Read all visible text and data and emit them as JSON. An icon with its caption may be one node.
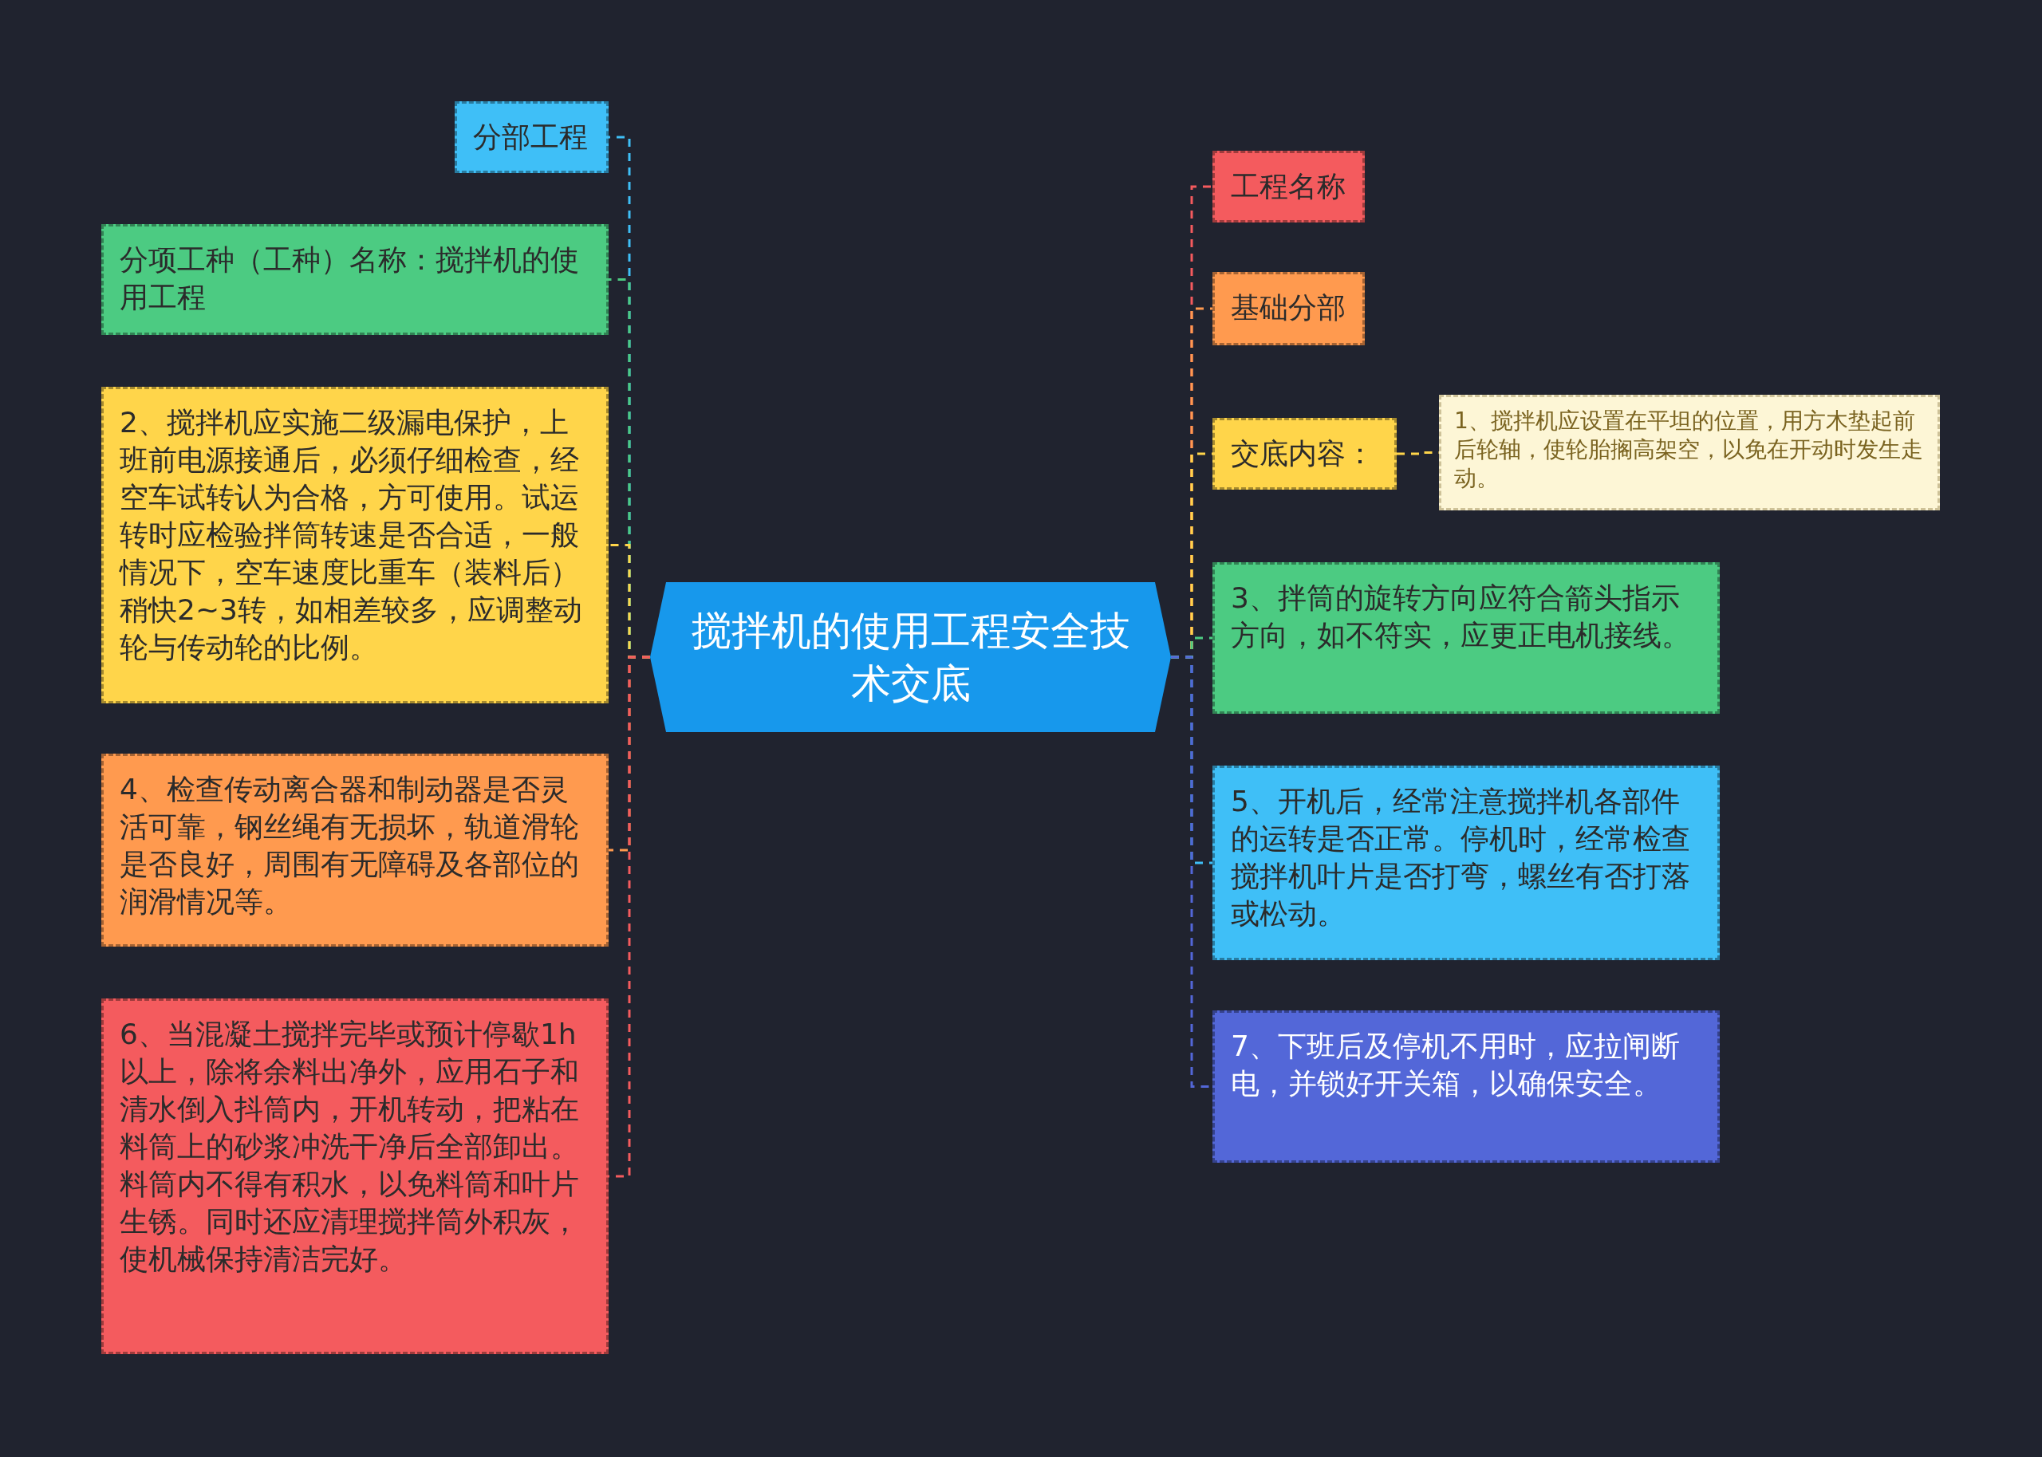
{
  "diagram": {
    "nodes": [
      {
        "text": [
          "搅拌机的使用工程安全技术交底"
        ]
      },
      {
        "text": [
          "分部工程"
        ]
      },
      {
        "text": [
          "分项工种（工种）名称：搅拌机的使用工程"
        ]
      },
      {
        "text": [
          "2、搅拌机应实施二级漏电保护，上班前电源接通后，必须仔细检查，经空车试转认为合格，方可使用。试运转时应检验拌筒转速是否合适，一般情况下，空车速度比重车（装料后）稍快2~3转，如相差较多，应调整动轮与传动轮的比例。"
        ]
      },
      {
        "text": [
          "4、检查传动离合器和制动器是否灵活可靠，钢丝绳有无损坏，轨道滑轮是否良好，周围有无障碍及各部位的润滑情况等。"
        ]
      },
      {
        "text": [
          "6、当混凝土搅拌完毕或预计停歇1h以上，除将余料出净外，应用石子和清水倒入抖筒内，开机转动，把粘在料筒上的砂浆冲洗干净后全部卸出。料筒内不得有积水，以免料筒和叶片生锈。同时还应清理搅拌筒外积灰，使机械保持清洁完好。"
        ]
      },
      {
        "text": [
          "工程名称"
        ]
      },
      {
        "text": [
          "基础分部"
        ]
      },
      {
        "text": [
          "交底内容："
        ]
      },
      {
        "text": [
          "1、搅拌机应设置在平坦的位置，用方木垫起前后轮轴，使轮胎搁高架空，以免在开动时发生走动。"
        ]
      },
      {
        "text": [
          "3、拌筒的旋转方向应符合箭头指示方向，如不符实，应更正电机接线。"
        ]
      },
      {
        "text": [
          "5、开机后，经常注意搅拌机各部件的运转是否正常。停机时，经常检查搅拌机叶片是否打弯，螺丝有否打落或松动。"
        ]
      },
      {
        "text": [
          "7、下班后及停机不用时，应拉闸断电，并锁好开关箱，以确保安全。"
        ]
      }
    ],
    "edges": [
      {
        "from": 0,
        "to": 1,
        "arrow": "none",
        "style": "dashed",
        "color": "#3fbff7"
      },
      {
        "from": 0,
        "to": 2,
        "arrow": "none",
        "style": "dashed",
        "color": "#4ccb82"
      },
      {
        "from": 0,
        "to": 3,
        "arrow": "none",
        "style": "dashed",
        "color": "#ffd54a"
      },
      {
        "from": 0,
        "to": 4,
        "arrow": "none",
        "style": "dashed",
        "color": "#ff9a4f"
      },
      {
        "from": 0,
        "to": 5,
        "arrow": "none",
        "style": "dashed",
        "color": "#f45b5e"
      },
      {
        "from": 0,
        "to": 6,
        "arrow": "none",
        "style": "dashed",
        "color": "#f45b5e"
      },
      {
        "from": 0,
        "to": 7,
        "arrow": "none",
        "style": "dashed",
        "color": "#ff9a4f"
      },
      {
        "from": 0,
        "to": 8,
        "arrow": "none",
        "style": "dashed",
        "color": "#ffd54a"
      },
      {
        "from": 8,
        "to": 9,
        "arrow": "none",
        "style": "dashed",
        "color": "#ffd54a"
      },
      {
        "from": 0,
        "to": 10,
        "arrow": "none",
        "style": "dashed",
        "color": "#4ccb82"
      },
      {
        "from": 0,
        "to": 11,
        "arrow": "none",
        "style": "dashed",
        "color": "#3fbff7"
      },
      {
        "from": 0,
        "to": 12,
        "arrow": "none",
        "style": "dashed",
        "color": "#5367d8"
      }
    ]
  }
}
